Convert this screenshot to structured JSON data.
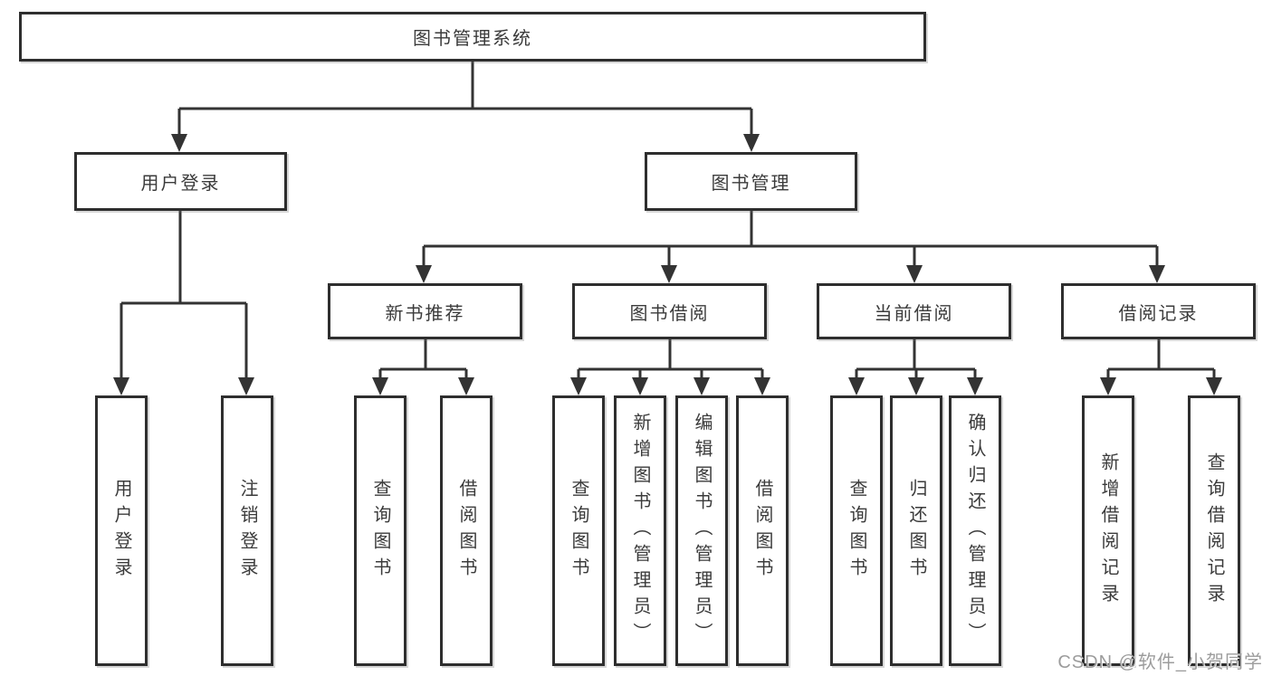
{
  "diagram": {
    "root": "图书管理系统",
    "branches": {
      "user_login": {
        "label": "用户登录",
        "children": [
          "用户登录",
          "注销登录"
        ]
      },
      "book_management": {
        "label": "图书管理",
        "sections": [
          {
            "label": "新书推荐",
            "children": [
              "查询图书",
              "借阅图书"
            ]
          },
          {
            "label": "图书借阅",
            "children": [
              "查询图书",
              "新增图书（管理员）",
              "编辑图书（管理员）",
              "借阅图书"
            ]
          },
          {
            "label": "当前借阅",
            "children": [
              "查询图书",
              "归还图书",
              "确认归还（管理员）"
            ]
          },
          {
            "label": "借阅记录",
            "children": [
              "新增借阅记录",
              "查询借阅记录"
            ]
          }
        ]
      }
    }
  },
  "watermark": "CSDN @软件_小贺同学",
  "colors": {
    "line": "#333333",
    "border": "#2e2e2e",
    "text": "#3b3b3b",
    "watermark": "#9c9c9c"
  }
}
